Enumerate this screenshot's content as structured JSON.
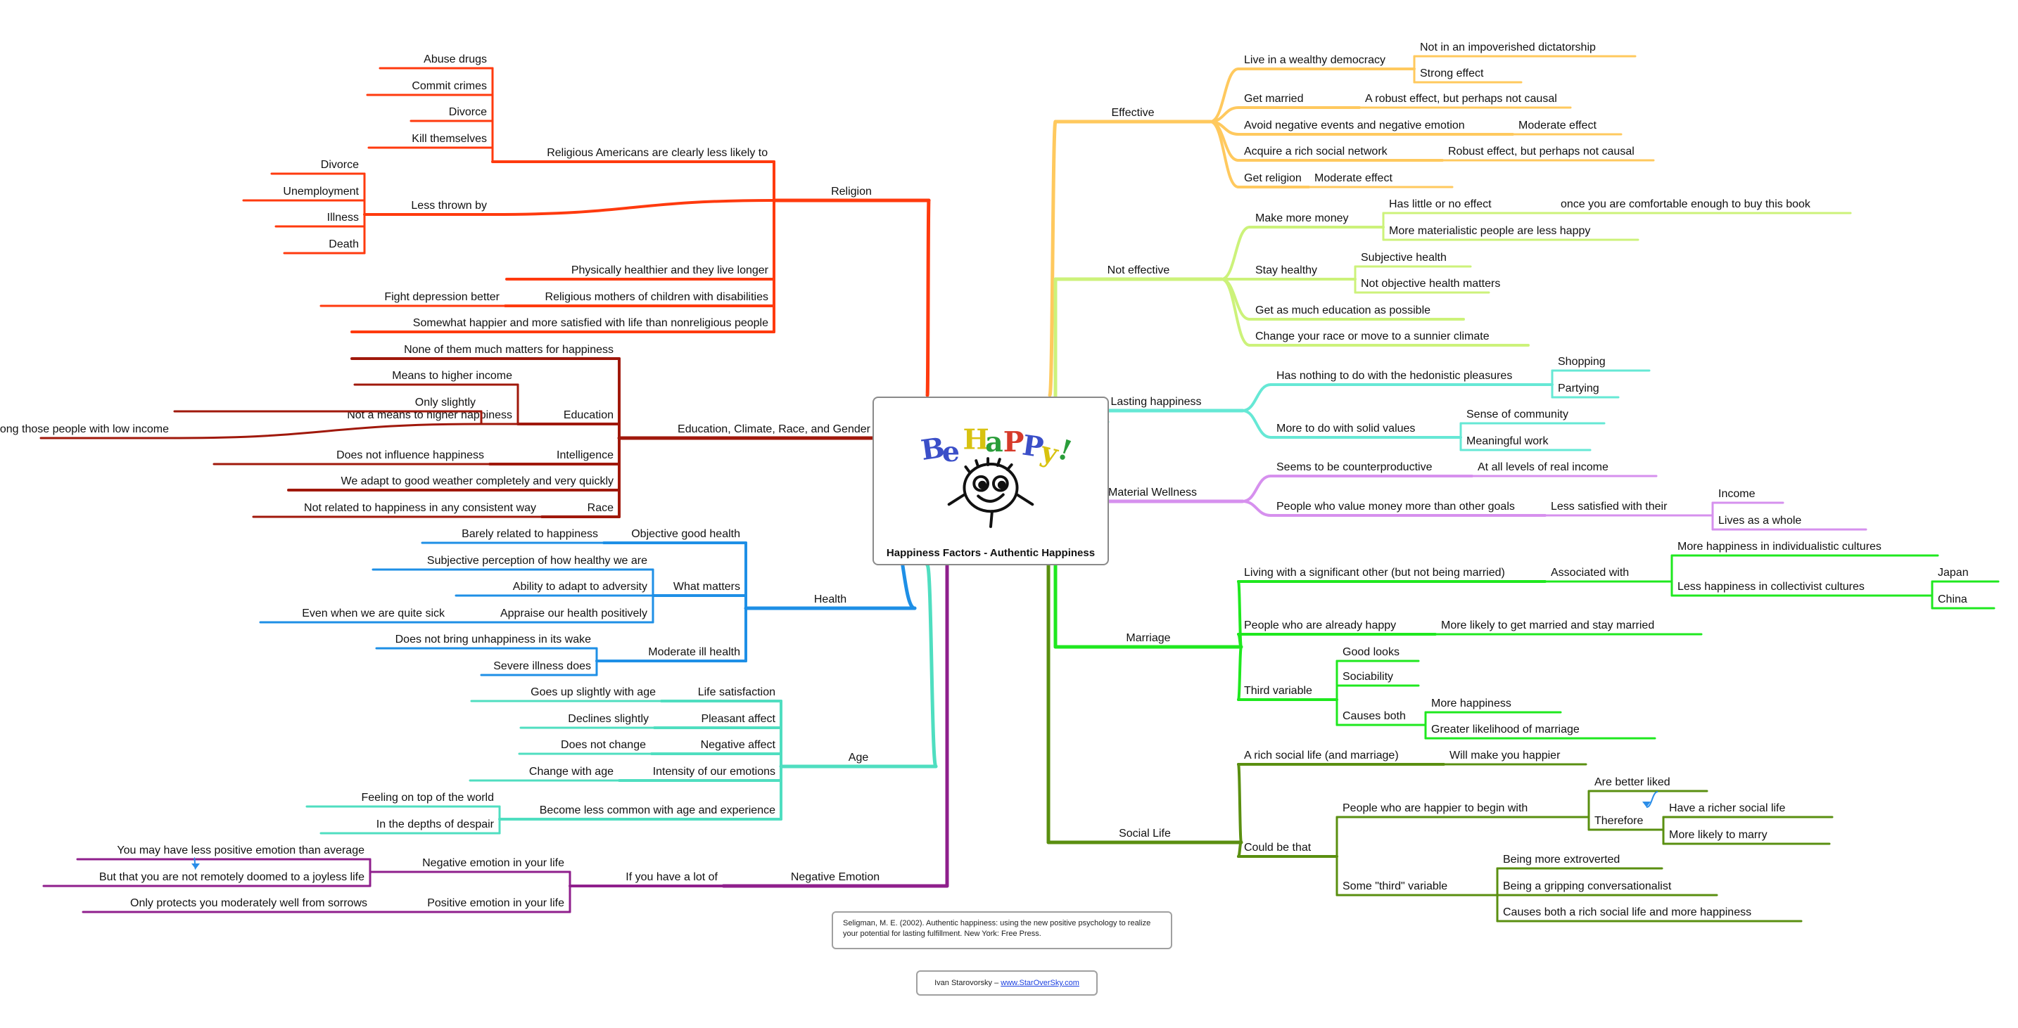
{
  "center": {
    "title": "Happiness Factors - Authentic Happiness",
    "logo_text": "Be HaPPy!",
    "face_icon": "smiling-stick-figure-icon"
  },
  "citation": "Seligman, M. E. (2002). Authentic happiness: using the new positive psychology to realize your potential for lasting fulfillment. New York: Free Press.",
  "credit": {
    "author": "Ivan Starovorsky – ",
    "link": "www.StarOverSky.com"
  },
  "branches": [
    {
      "side": "left",
      "label": "Religion",
      "color": "#ff3a0e",
      "children": [
        {
          "label": "Religious Americans are clearly less likely to",
          "children": [
            {
              "label": "Abuse drugs"
            },
            {
              "label": "Commit crimes"
            },
            {
              "label": "Divorce"
            },
            {
              "label": "Kill themselves"
            }
          ]
        },
        {
          "label": "Less thrown by",
          "children": [
            {
              "label": "Divorce"
            },
            {
              "label": "Unemployment"
            },
            {
              "label": "Illness"
            },
            {
              "label": "Death"
            }
          ]
        },
        {
          "label": "Physically healthier and they live longer"
        },
        {
          "label": "Religious mothers of children with disabilities",
          "children": [
            {
              "label": "Fight depression better"
            }
          ]
        },
        {
          "label": "Somewhat happier and more satisfied with life than nonreligious people"
        }
      ]
    },
    {
      "side": "left",
      "label": "Education, Climate, Race, and Gender",
      "color": "#a0180b",
      "children": [
        {
          "label": "None of them much matters for happiness"
        },
        {
          "label": "Education",
          "children": [
            {
              "label": "Means to higher income"
            },
            {
              "label": "Not a means to higher happiness",
              "children": [
                {
                  "label": "Only slightly"
                },
                {
                  "label": "Only among those people with low income"
                }
              ]
            }
          ]
        },
        {
          "label": "Intelligence",
          "children": [
            {
              "label": "Does not influence happiness"
            }
          ]
        },
        {
          "label": "We adapt to good weather completely and very quickly"
        },
        {
          "label": "Race",
          "children": [
            {
              "label": "Not related to happiness in any consistent way"
            }
          ]
        }
      ]
    },
    {
      "side": "left",
      "label": "Health",
      "color": "#1e8fe6",
      "children": [
        {
          "label": "Objective good health",
          "children": [
            {
              "label": "Barely related to happiness"
            }
          ]
        },
        {
          "label": "What matters",
          "children": [
            {
              "label": "Subjective perception of how healthy we are"
            },
            {
              "label": "Ability to adapt to adversity"
            },
            {
              "label": "Appraise our health positively",
              "children": [
                {
                  "label": "Even when we are quite sick"
                }
              ]
            }
          ]
        },
        {
          "label": "Moderate ill health",
          "children": [
            {
              "label": "Does not bring unhappiness in its wake"
            },
            {
              "label": "Severe illness does"
            }
          ]
        }
      ]
    },
    {
      "side": "left",
      "label": "Age",
      "color": "#4fdec0",
      "children": [
        {
          "label": "Life satisfaction",
          "children": [
            {
              "label": "Goes up slightly with age"
            }
          ]
        },
        {
          "label": "Pleasant affect",
          "children": [
            {
              "label": "Declines slightly"
            }
          ]
        },
        {
          "label": "Negative affect",
          "children": [
            {
              "label": "Does not change"
            }
          ]
        },
        {
          "label": "Intensity of our emotions",
          "children": [
            {
              "label": "Change with age"
            }
          ]
        },
        {
          "label": "Become less common with age and experience",
          "children": [
            {
              "label": "Feeling on top of the world"
            },
            {
              "label": "In the depths of despair"
            }
          ]
        }
      ]
    },
    {
      "side": "left",
      "label": "Negative Emotion",
      "color": "#8f1f8c",
      "children": [
        {
          "label": "If you have a lot of",
          "children": [
            {
              "label": "Negative emotion in your life",
              "children": [
                {
                  "label": "You may have less positive emotion than average"
                },
                {
                  "label": "But that you are not remotely doomed to a joyless life"
                }
              ]
            },
            {
              "label": "Positive emotion in your life",
              "children": [
                {
                  "label": "Only protects you moderately well from sorrows"
                }
              ]
            }
          ]
        }
      ]
    },
    {
      "side": "right",
      "label": "Effective",
      "color": "#ffc95e",
      "children": [
        {
          "label": "Live in a wealthy democracy",
          "children": [
            {
              "label": "Not in an impoverished dictatorship"
            },
            {
              "label": "Strong effect"
            }
          ]
        },
        {
          "label": "Get married",
          "children": [
            {
              "label": "A robust effect, but perhaps not causal"
            }
          ]
        },
        {
          "label": "Avoid negative events and negative emotion",
          "children": [
            {
              "label": "Moderate effect"
            }
          ]
        },
        {
          "label": "Acquire a rich social network",
          "children": [
            {
              "label": "Robust effect, but perhaps not causal"
            }
          ]
        },
        {
          "label": "Get religion",
          "children": [
            {
              "label": "Moderate effect"
            }
          ]
        }
      ]
    },
    {
      "side": "right",
      "label": "Not effective",
      "color": "#ccf27a",
      "children": [
        {
          "label": "Make more money",
          "children": [
            {
              "label": "Has little or no effect",
              "children": [
                {
                  "label": "once you are comfortable enough to buy this book"
                }
              ]
            },
            {
              "label": "More materialistic people are less happy"
            }
          ]
        },
        {
          "label": "Stay healthy",
          "children": [
            {
              "label": "Subjective health"
            },
            {
              "label": "Not objective health matters"
            }
          ]
        },
        {
          "label": "Get as much education as possible"
        },
        {
          "label": "Change your race or move to a sunnier climate"
        }
      ]
    },
    {
      "side": "right",
      "label": "Lasting happiness",
      "color": "#66e8d5",
      "children": [
        {
          "label": "Has nothing to do with the hedonistic pleasures",
          "children": [
            {
              "label": "Shopping"
            },
            {
              "label": "Partying"
            }
          ]
        },
        {
          "label": "More to do with solid values",
          "children": [
            {
              "label": "Sense of community"
            },
            {
              "label": "Meaningful work"
            }
          ]
        }
      ]
    },
    {
      "side": "right",
      "label": "Material Wellness",
      "color": "#d690ee",
      "children": [
        {
          "label": "Seems to be counterproductive",
          "children": [
            {
              "label": "At all levels of real income"
            }
          ]
        },
        {
          "label": "People who value money more than other goals",
          "children": [
            {
              "label": "Less satisfied with their",
              "children": [
                {
                  "label": "Income"
                },
                {
                  "label": "Lives as a whole"
                }
              ]
            }
          ]
        }
      ]
    },
    {
      "side": "right",
      "label": "Marriage",
      "color": "#1fe81f",
      "children": [
        {
          "label": "Living with a significant other (but not being married)",
          "children": [
            {
              "label": "Associated with",
              "children": [
                {
                  "label": "More happiness in individualistic cultures"
                },
                {
                  "label": "Less happiness in collectivist cultures",
                  "children": [
                    {
                      "label": "Japan"
                    },
                    {
                      "label": "China"
                    }
                  ]
                }
              ]
            }
          ]
        },
        {
          "label": "People who are already happy",
          "children": [
            {
              "label": "More likely to get married and stay married"
            }
          ]
        },
        {
          "label": "Third variable",
          "children": [
            {
              "label": "Good looks"
            },
            {
              "label": "Sociability"
            },
            {
              "label": "Causes both",
              "children": [
                {
                  "label": "More happiness"
                },
                {
                  "label": "Greater likelihood of marriage"
                }
              ]
            }
          ]
        }
      ]
    },
    {
      "side": "right",
      "label": "Social Life",
      "color": "#5a8f10",
      "children": [
        {
          "label": "A rich social life (and marriage)",
          "children": [
            {
              "label": "Will make you happier"
            }
          ]
        },
        {
          "label": "Could be that",
          "children": [
            {
              "label": "People who are happier to begin with",
              "children": [
                {
                  "label": "Are better liked"
                },
                {
                  "label": "Therefore",
                  "children": [
                    {
                      "label": "Have a richer social life"
                    },
                    {
                      "label": "More likely to marry"
                    }
                  ]
                }
              ]
            },
            {
              "label": "Some \"third\" variable",
              "children": [
                {
                  "label": "Being more extroverted"
                },
                {
                  "label": "Being a gripping conversationalist"
                },
                {
                  "label": "Causes both a rich social life and more happiness"
                }
              ]
            }
          ]
        }
      ]
    }
  ]
}
